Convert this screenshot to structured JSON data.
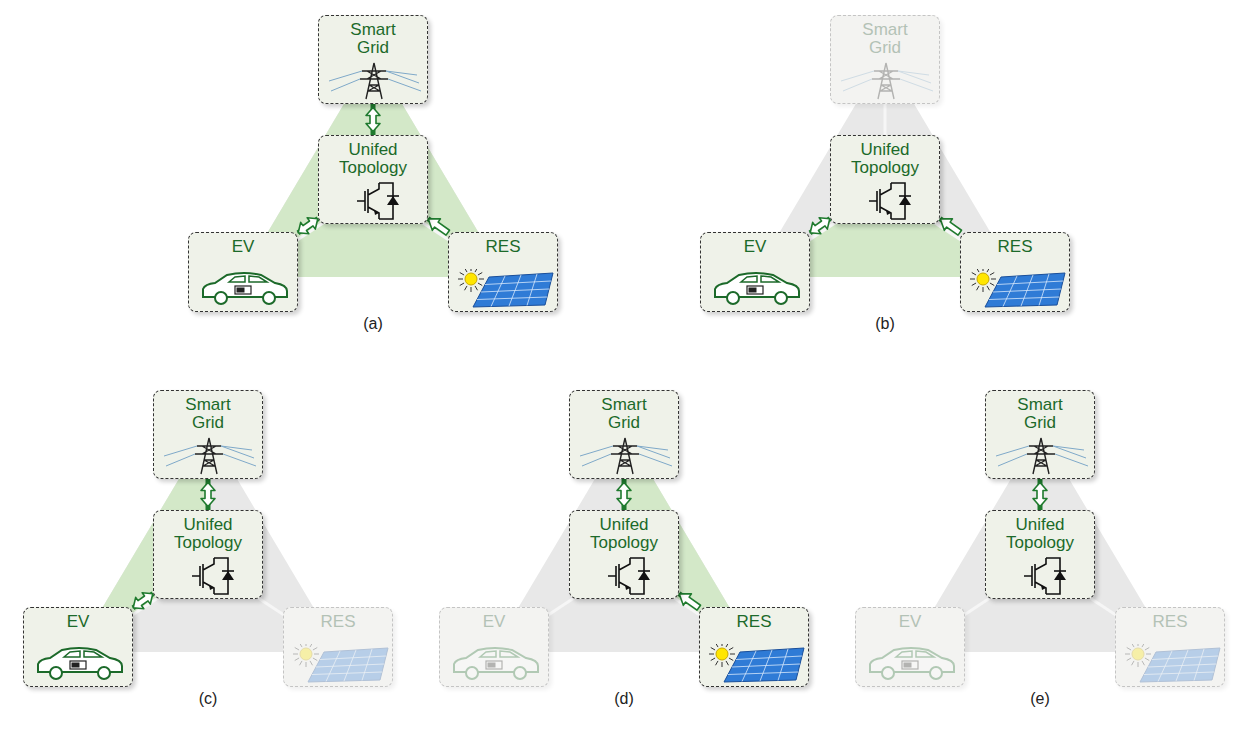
{
  "diagram": {
    "nodes": [
      {
        "text": [
          "Smart Grid"
        ]
      },
      {
        "text": [
          "Unifed Topology"
        ]
      },
      {
        "text": [
          "EV"
        ]
      },
      {
        "text": [
          "RES"
        ]
      },
      {
        "text": [
          "Smart Grid"
        ]
      },
      {
        "text": [
          "Unifed Topology"
        ]
      },
      {
        "text": [
          "EV"
        ]
      },
      {
        "text": [
          "RES"
        ]
      },
      {
        "text": [
          "Smart Grid"
        ]
      },
      {
        "text": [
          "Unifed Topology"
        ]
      },
      {
        "text": [
          "EV"
        ]
      },
      {
        "text": [
          "RES"
        ]
      },
      {
        "text": [
          "Smart Grid"
        ]
      },
      {
        "text": [
          "Unifed Topology"
        ]
      },
      {
        "text": [
          "EV"
        ]
      },
      {
        "text": [
          "RES"
        ]
      },
      {
        "text": [
          "Smart Grid"
        ]
      },
      {
        "text": [
          "Unifed Topology"
        ]
      },
      {
        "text": [
          "EV"
        ]
      },
      {
        "text": [
          "RES"
        ]
      }
    ],
    "edges": [
      {
        "from": 0,
        "to": 1,
        "arrow": "both"
      },
      {
        "from": 1,
        "to": 2,
        "arrow": "both"
      },
      {
        "from": 3,
        "to": 1,
        "arrow": "to"
      },
      {
        "from": 5,
        "to": 6,
        "arrow": "both"
      },
      {
        "from": 7,
        "to": 5,
        "arrow": "to"
      },
      {
        "from": 8,
        "to": 9,
        "arrow": "both"
      },
      {
        "from": 9,
        "to": 10,
        "arrow": "both"
      },
      {
        "from": 12,
        "to": 13,
        "arrow": "both"
      },
      {
        "from": 15,
        "to": 13,
        "arrow": "to"
      },
      {
        "from": 16,
        "to": 17,
        "arrow": "both"
      }
    ],
    "labels": [
      "(a)",
      "(b)",
      "(c)",
      "(d)",
      "(e)"
    ]
  }
}
